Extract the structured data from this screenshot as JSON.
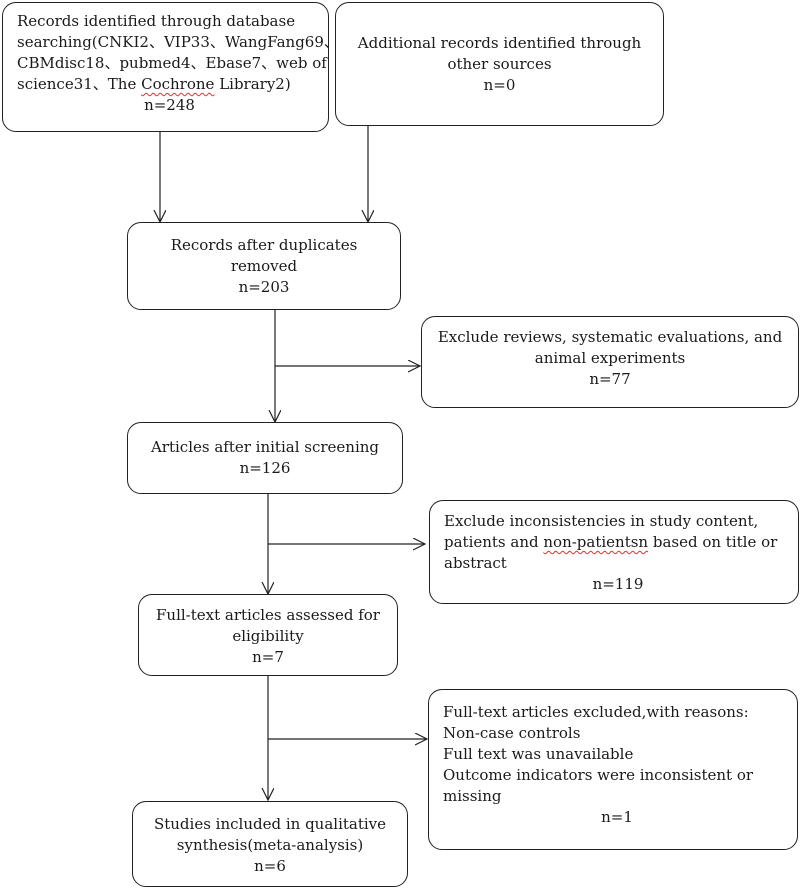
{
  "boxes": {
    "database": {
      "line1": "Records identified through database",
      "line2": "searching(CNKI2、VIP33、WangFang69、",
      "line3": "CBMdisc18、pubmed4、Ebase7、web of",
      "line4a": "science31、The ",
      "line4b": "Cochrone",
      "line4c": " Library2)",
      "count": "n=248"
    },
    "other_sources": {
      "line1": "Additional records identified through",
      "line2": "other sources",
      "count": "n=0"
    },
    "duplicates_removed": {
      "line1": "Records after duplicates",
      "line2": "removed",
      "count": "n=203"
    },
    "exclude_reviews": {
      "line1": "Exclude reviews, systematic evaluations, and",
      "line2": "animal experiments",
      "count": "n=77"
    },
    "initial_screening": {
      "line1": "Articles after initial screening",
      "count": "n=126"
    },
    "exclude_inconsistencies": {
      "line1": "Exclude inconsistencies in study content,",
      "line2a": "patients and ",
      "line2b": "non-patientsn",
      "line2c": " based on title or",
      "line3": "abstract",
      "count": "n=119"
    },
    "full_text_assessed": {
      "line1": "Full-text articles assessed for",
      "line2": "eligibility",
      "count": "n=7"
    },
    "full_text_excluded": {
      "line1": "Full-text articles excluded,with reasons:",
      "line2": "Non-case controls",
      "line3": "Full text was unavailable",
      "line4": "Outcome indicators were inconsistent or",
      "line5": "missing",
      "count": "n=1"
    },
    "included": {
      "line1": "Studies included in qualitative",
      "line2": "synthesis(meta-analysis)",
      "count": "n=6"
    }
  }
}
